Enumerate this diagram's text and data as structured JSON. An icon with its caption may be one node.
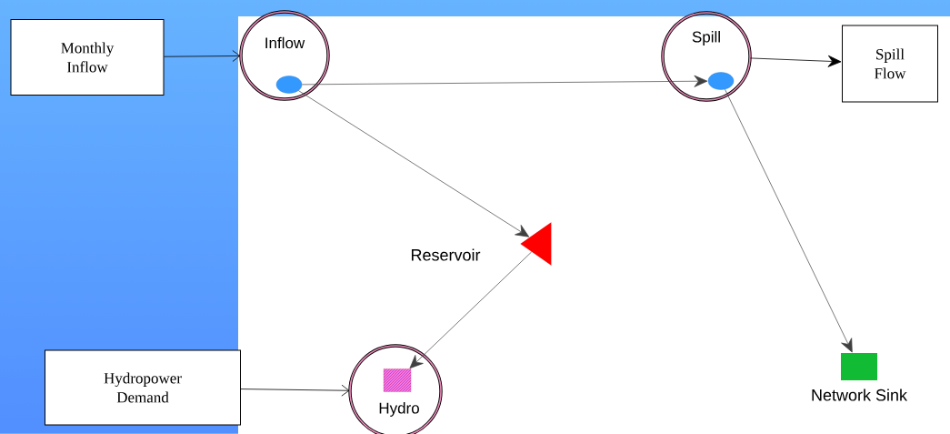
{
  "diagram": {
    "nodes": [
      {
        "text": [
          "Monthly Inflow"
        ]
      },
      {
        "text": [
          "Inflow"
        ]
      },
      {
        "text": [],
        "shape": "circle",
        "in": 1
      },
      {
        "text": [
          "Spill"
        ]
      },
      {
        "text": [],
        "shape": "circle",
        "in": 3
      },
      {
        "text": [
          "Spill Flow"
        ]
      },
      {
        "text": [],
        "shape": "triangle",
        "beside": [
          "Reservoir"
        ]
      },
      {
        "text": [
          "Hydropower Demand"
        ]
      },
      {
        "text": [
          "Hydro"
        ]
      },
      {
        "text": [],
        "shape": "box",
        "in": 8
      },
      {
        "text": [],
        "shape": "box",
        "beside": [
          "Network Sink"
        ]
      }
    ],
    "edges": [
      {
        "from": 0,
        "to": 1,
        "arrow": "to"
      },
      {
        "from": 2,
        "to": 4,
        "arrow": "to"
      },
      {
        "from": 3,
        "to": 5,
        "arrow": "to"
      },
      {
        "from": 2,
        "to": 6,
        "arrow": "to"
      },
      {
        "from": 6,
        "to": 9,
        "arrow": "to"
      },
      {
        "from": 4,
        "to": 10,
        "arrow": "to"
      },
      {
        "from": 7,
        "to": 8,
        "arrow": "to"
      }
    ]
  }
}
